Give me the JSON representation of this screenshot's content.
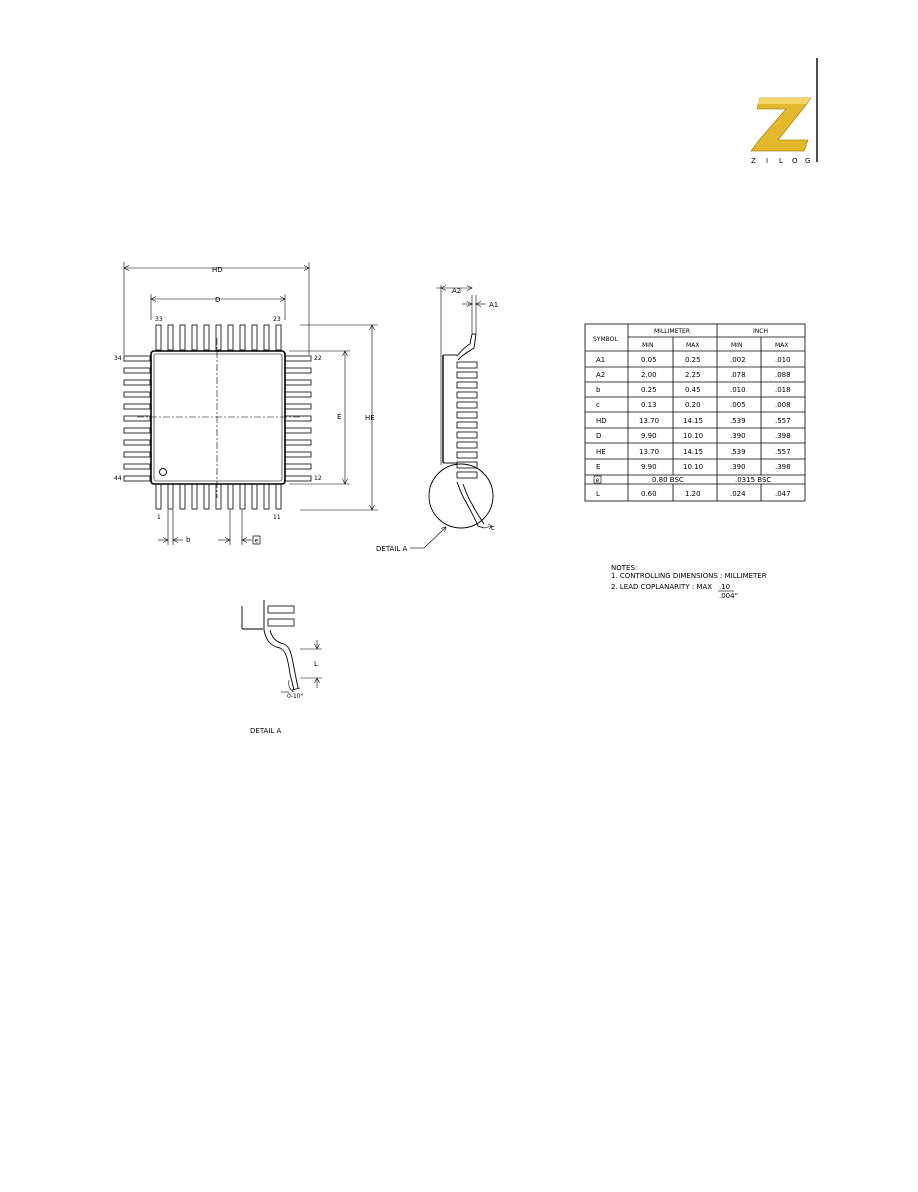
{
  "brand": {
    "logo_letter": "Z",
    "name_letters": [
      "Z",
      "I",
      "L",
      "O",
      "G"
    ],
    "gold": "#e2b82c"
  },
  "drawing": {
    "dims": {
      "HD": "HD",
      "D": "D",
      "E": "E",
      "HE": "HE",
      "A2": "A2",
      "A1": "A1",
      "b": "b",
      "e": "e",
      "c": "c",
      "L": "L"
    },
    "pins": {
      "p1": "1",
      "p11": "11",
      "p12": "12",
      "p22": "22",
      "p23": "23",
      "p33": "33",
      "p34": "34",
      "p44": "44"
    },
    "detail_callout": "DETAIL A",
    "detail_title": "DETAIL A",
    "angle": "0-10°"
  },
  "table": {
    "headers": {
      "symbol": "SYMBOL",
      "millimeter": "MILLIMETER",
      "inch": "INCH"
    },
    "subheaders": [
      "MIN",
      "MAX",
      "MIN",
      "MAX"
    ],
    "rows": [
      {
        "symbol": "A1",
        "mm_min": "0.05",
        "mm_max": "0.25",
        "in_min": ".002",
        "in_max": ".010"
      },
      {
        "symbol": "A2",
        "mm_min": "2.00",
        "mm_max": "2.25",
        "in_min": ".078",
        "in_max": ".088"
      },
      {
        "symbol": "b",
        "mm_min": "0.25",
        "mm_max": "0.45",
        "in_min": ".010",
        "in_max": ".018"
      },
      {
        "symbol": "c",
        "mm_min": "0.13",
        "mm_max": "0.20",
        "in_min": ".005",
        "in_max": ".008"
      },
      {
        "symbol": "HD",
        "mm_min": "13.70",
        "mm_max": "14.15",
        "in_min": ".539",
        "in_max": ".557"
      },
      {
        "symbol": "D",
        "mm_min": "9.90",
        "mm_max": "10.10",
        "in_min": ".390",
        "in_max": ".398"
      },
      {
        "symbol": "HE",
        "mm_min": "13.70",
        "mm_max": "14.15",
        "in_min": ".539",
        "in_max": ".557"
      },
      {
        "symbol": "E",
        "mm_min": "9.90",
        "mm_max": "10.10",
        "in_min": ".390",
        "in_max": ".398"
      }
    ],
    "row_e": {
      "symbol": "e",
      "mm": "0.80  BSC",
      "inch": ".0315  BSC"
    },
    "row_l": {
      "symbol": "L",
      "mm_min": "0.60",
      "mm_max": "1.20",
      "in_min": ".024",
      "in_max": ".047"
    }
  },
  "notes": {
    "title": "NOTES:",
    "note1": "1. CONTROLLING DIMENSIONS : MILLIMETER",
    "note2": "2. LEAD COPLANARITY : MAX",
    "note2_mm": ".10",
    "note2_in": ".004\""
  }
}
